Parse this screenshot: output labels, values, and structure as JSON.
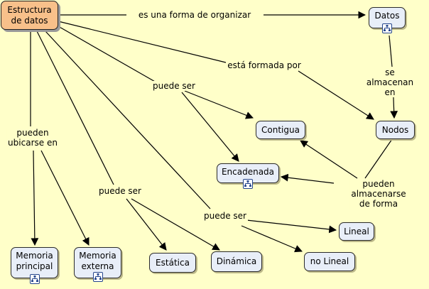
{
  "concepts": {
    "estructura": "Estructura\nde datos",
    "datos": "Datos",
    "nodos": "Nodos",
    "contigua": "Contigua",
    "encadenada": "Encadenada",
    "memoria_principal": "Memoria\nprincipal",
    "memoria_externa": "Memoria\nexterna",
    "estatica": "Estática",
    "dinamica": "Dinámica",
    "lineal": "Lineal",
    "no_lineal": "no Lineal"
  },
  "links": {
    "es_forma": "es una forma de organizar",
    "formada_por": "está formada por",
    "se_almacenan": "se almacenan en",
    "puede_ser_1": "puede ser",
    "puede_ser_2": "puede ser",
    "puede_ser_3": "puede ser",
    "pueden_ubicarse": "pueden\nubicarse en",
    "pueden_almacenarse": "pueden almacenarse\nde forma"
  },
  "icons": {
    "resource_icon": "concept-map-resource-icon"
  },
  "colors": {
    "background": "#ffffc9",
    "node_fill": "#e8eef8",
    "root_fill": "#f8c08a",
    "line": "#000000"
  }
}
